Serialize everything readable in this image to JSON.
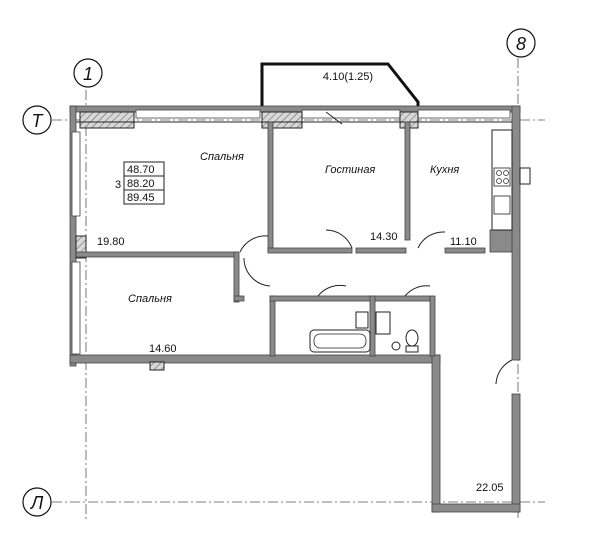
{
  "axes": {
    "axis_1": "1",
    "axis_8": "8",
    "axis_T": "Т",
    "axis_L": "Л"
  },
  "balcony": {
    "label": "4.10(1.25)"
  },
  "apartment_summary": {
    "rooms_count": "3",
    "living_area": "48.70",
    "total_area": "88.20",
    "total_with_balcony": "89.45"
  },
  "rooms": [
    {
      "name": "Спальня",
      "area": "19.80"
    },
    {
      "name": "Гостиная",
      "area": "14.30"
    },
    {
      "name": "Кухня",
      "area": "11.10"
    },
    {
      "name": "Спальня",
      "area": "14.60"
    }
  ],
  "terrace": {
    "area": "22.05"
  }
}
